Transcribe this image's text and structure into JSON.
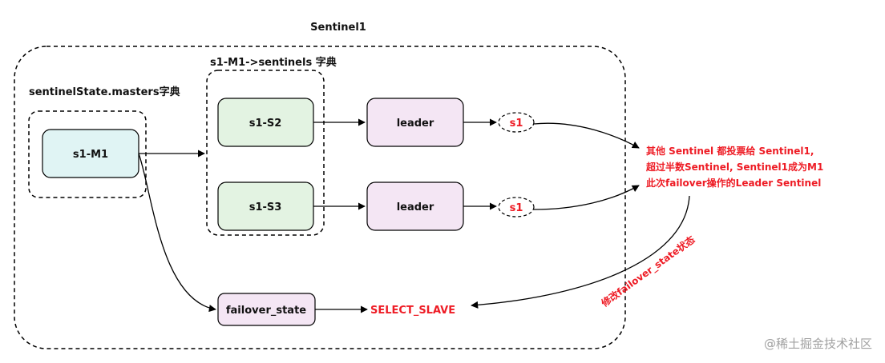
{
  "title": "Sentinel1",
  "masters_dict_label": "sentinelState.masters字典",
  "sentinels_dict_label": "s1-M1->sentinels 字典",
  "nodes": {
    "m1": "s1-M1",
    "s2": "s1-S2",
    "s3": "s1-S3",
    "leader_top": "leader",
    "leader_bottom": "leader",
    "failover_state": "failover_state"
  },
  "votes": {
    "top": "s1",
    "bottom": "s1"
  },
  "select_slave": "SELECT_SLAVE",
  "note_lines": [
    "其他 Sentinel 都投票给 Sentinel1,",
    "超过半数Sentinel, Sentinel1成为M1",
    "此次failover操作的Leader Sentinel"
  ],
  "modify_label": "修改failover_state状态",
  "watermark": "@稀土掘金技术社区",
  "colors": {
    "green_fill": "#e3f3e2",
    "teal_fill": "#e0f4f4",
    "pink_fill": "#f4e6f4",
    "accent_red": "#ee1c25"
  }
}
